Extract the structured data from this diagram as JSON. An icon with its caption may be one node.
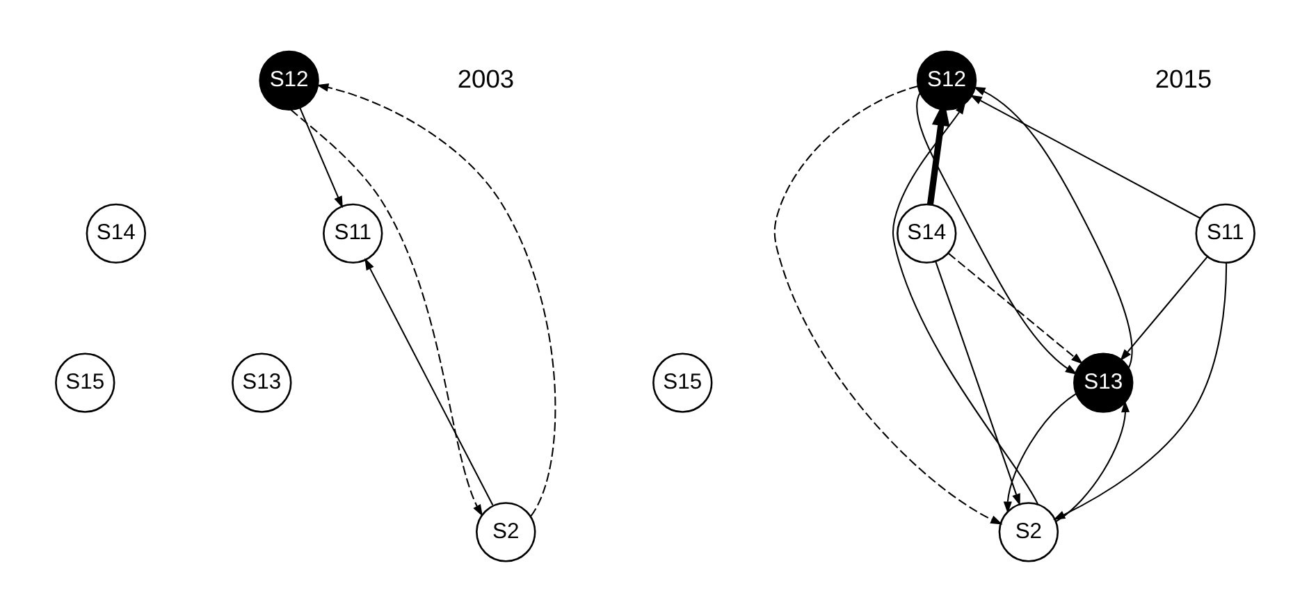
{
  "diagram": {
    "nodes": [
      {
        "text": [
          "S12"
        ]
      },
      {
        "text": [
          "S14"
        ]
      },
      {
        "text": [
          "S11"
        ]
      },
      {
        "text": [
          "S13"
        ]
      },
      {
        "text": [
          "S15"
        ]
      },
      {
        "text": [
          "S2"
        ]
      },
      {
        "text": [
          "S12"
        ]
      },
      {
        "text": [
          "S14"
        ]
      },
      {
        "text": [
          "S11"
        ]
      },
      {
        "text": [
          "S13"
        ]
      },
      {
        "text": [
          "S15"
        ]
      },
      {
        "text": [
          "S2"
        ]
      }
    ],
    "edges": [
      {
        "from": 0,
        "to": 5,
        "arrow": "to",
        "style": "dashed"
      },
      {
        "from": 5,
        "to": 0,
        "arrow": "to",
        "style": "dashed"
      },
      {
        "from": 0,
        "to": 2,
        "arrow": "to"
      },
      {
        "from": 5,
        "to": 2,
        "arrow": "to"
      },
      {
        "from": 7,
        "to": 6,
        "arrow": "to",
        "style": "thick"
      },
      {
        "from": 9,
        "to": 6,
        "arrow": "to"
      },
      {
        "from": 6,
        "to": 9,
        "arrow": "to"
      },
      {
        "from": 6,
        "to": 11,
        "arrow": "to",
        "style": "dashed"
      },
      {
        "from": 11,
        "to": 6,
        "arrow": "to"
      },
      {
        "from": 8,
        "to": 6,
        "arrow": "to"
      },
      {
        "from": 7,
        "to": 9,
        "arrow": "to",
        "style": "dashed"
      },
      {
        "from": 7,
        "to": 11,
        "arrow": "to"
      },
      {
        "from": 8,
        "to": 9,
        "arrow": "to"
      },
      {
        "from": 9,
        "to": 11,
        "arrow": "to"
      },
      {
        "from": 11,
        "to": 9,
        "arrow": "to"
      },
      {
        "from": 8,
        "to": 11,
        "arrow": "to"
      }
    ],
    "labels": [
      "2003",
      "2015"
    ]
  }
}
